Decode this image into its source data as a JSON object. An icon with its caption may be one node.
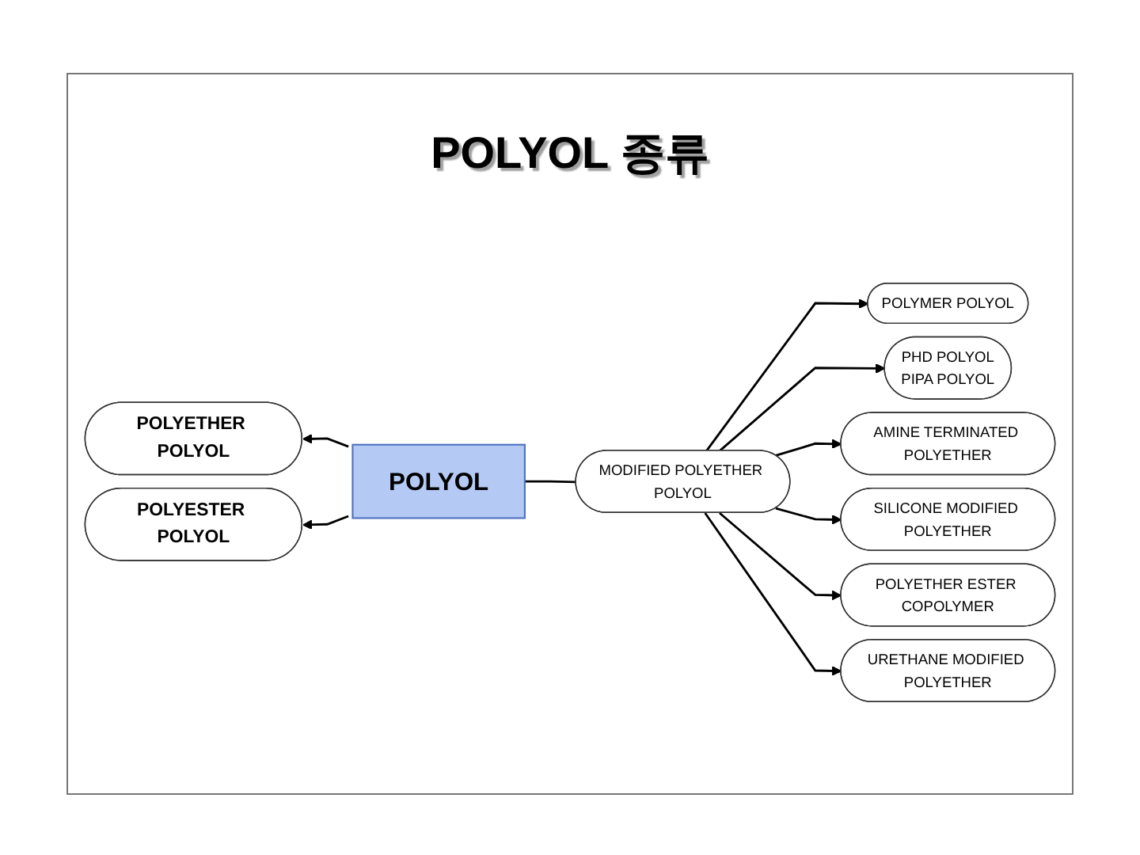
{
  "diagram": {
    "title": "POLYOL 종류",
    "nodes": [
      {
        "text": [
          "POLYETHER POLYOL"
        ]
      },
      {
        "text": [
          "POLYMER POLYOL"
        ]
      },
      {
        "text": [
          "PHD POLYOL",
          "PIPA POLYOL"
        ]
      },
      {
        "text": [
          "AMINE TERMINATED POLYETHER"
        ]
      },
      {
        "text": [
          "POLYOL"
        ]
      },
      {
        "text": [
          "MODIFIED POLYETHER POLYOL"
        ]
      },
      {
        "text": [
          "SILICONE MODIFIED POLYETHER"
        ]
      },
      {
        "text": [
          "POLYESTER POLYOL"
        ]
      },
      {
        "text": [
          "URETHANE MODIFIED POLYETHER"
        ]
      },
      {
        "text": [
          "POLYETHER ESTER COPOLYMER"
        ]
      }
    ],
    "edges": [
      {
        "from": 4,
        "to": 0,
        "arrow": "to"
      },
      {
        "from": 4,
        "to": 5,
        "arrow": "none"
      },
      {
        "from": 4,
        "to": 7,
        "arrow": "to"
      },
      {
        "from": 5,
        "to": 1,
        "arrow": "to"
      },
      {
        "from": 5,
        "to": 2,
        "arrow": "to"
      },
      {
        "from": 5,
        "to": 3,
        "arrow": "to"
      },
      {
        "from": 5,
        "to": 6,
        "arrow": "to"
      },
      {
        "from": 5,
        "to": 9,
        "arrow": "to"
      },
      {
        "from": 5,
        "to": 8,
        "arrow": "to"
      }
    ]
  }
}
